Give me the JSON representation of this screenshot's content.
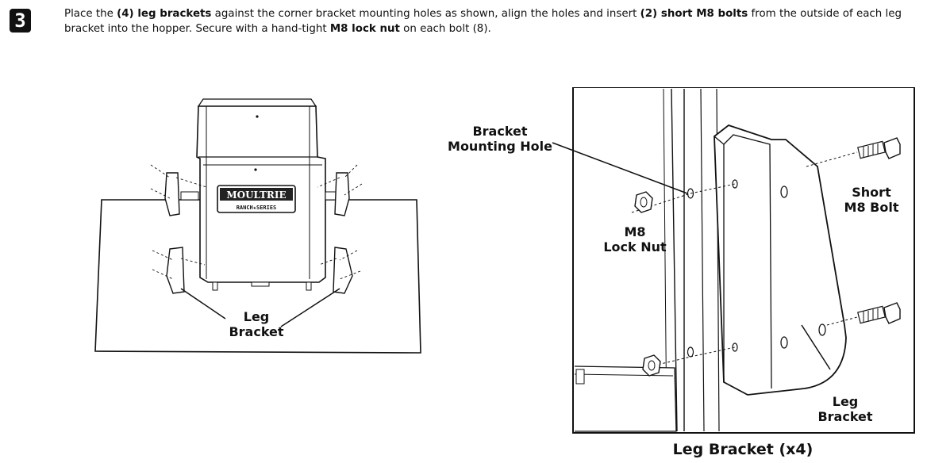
{
  "step": {
    "number": "3"
  },
  "instruction": {
    "t1": "Place the ",
    "b1": "(4) leg brackets",
    "t2": " against the corner bracket mounting holes as shown, align the holes and insert ",
    "b2": "(2) short M8 bolts",
    "t3": " from the outside of each leg bracket into the hopper. Secure with a hand-tight ",
    "b3": "M8 lock nut",
    "t4": " on each bolt (8)."
  },
  "left_figure": {
    "brand_name": "MOULTRIE",
    "brand_series": "RANCH★SERIES",
    "leg_bracket_label": [
      "Leg",
      "Bracket"
    ]
  },
  "detail_figure": {
    "bracket_mounting_hole_label": [
      "Bracket",
      "Mounting Hole"
    ],
    "lock_nut_label": [
      "M8",
      "Lock Nut"
    ],
    "short_bolt_label": [
      "Short",
      "M8 Bolt"
    ],
    "leg_bracket_label": [
      "Leg",
      "Bracket"
    ],
    "caption": "Leg Bracket (x4)"
  },
  "colors": {
    "ink": "#111111",
    "paper": "#ffffff"
  }
}
